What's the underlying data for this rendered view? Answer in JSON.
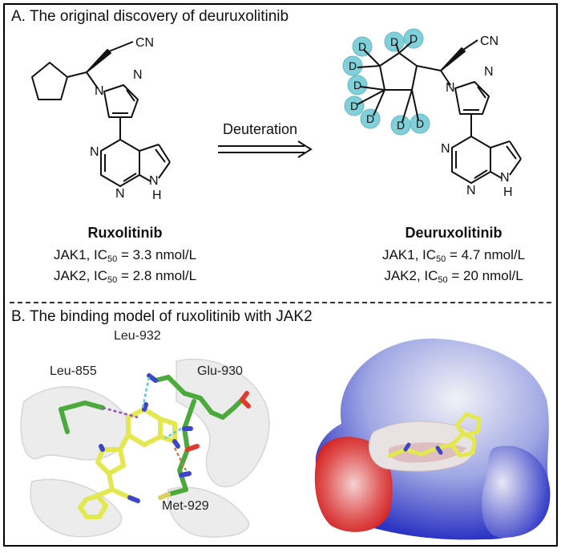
{
  "panel_a": {
    "title": "A. The original discovery of deuruxolitinib",
    "arrow_label": "Deuteration",
    "left": {
      "name": "Ruxolitinib",
      "jak1_prefix": "JAK1, IC",
      "jak1_sub": "50",
      "jak1_value": " = 3.3 nmol/L",
      "jak2_prefix": "JAK2, IC",
      "jak2_sub": "50",
      "jak2_value": " = 2.8 nmol/L"
    },
    "right": {
      "name": "Deuruxolitinib",
      "jak1_prefix": "JAK1, IC",
      "jak1_sub": "50",
      "jak1_value": " = 4.7 nmol/L",
      "jak2_prefix": "JAK2, IC",
      "jak2_sub": "50",
      "jak2_value": " = 20 nmol/L"
    },
    "atoms": {
      "cn": "CN",
      "n": "N",
      "nh": "NH",
      "h": "H",
      "d": "D"
    }
  },
  "panel_b": {
    "title": "B. The binding model of ruxolitinib with JAK2",
    "residues": [
      "Leu-932",
      "Leu-855",
      "Glu-930",
      "Met-929"
    ]
  },
  "colors": {
    "deuterium": "#7fd0d8",
    "ligand_carbon": "#e3e84f",
    "protein_carbon": "#4caa3c",
    "nitrogen": "#3c46c8",
    "oxygen": "#e03a2c",
    "hbond_cyan": "#5cc8d8",
    "hbond_purple": "#9a50c0",
    "hbond_orange": "#c08040"
  }
}
